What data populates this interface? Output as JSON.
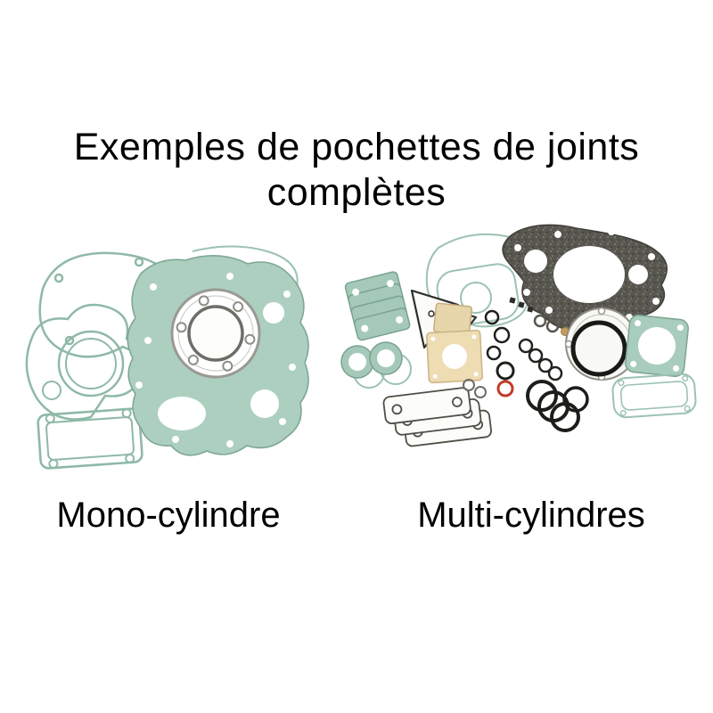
{
  "title": {
    "line1": "Exemples de pochettes de joints",
    "line2": "complètes"
  },
  "captions": {
    "mono": "Mono-cylindre",
    "multi": "Multi-cylindres"
  },
  "colors": {
    "background": "#ffffff",
    "text": "#000000",
    "gasket_teal_fill": "#a9cdbd",
    "gasket_teal_outline": "#8fb9a7",
    "gasket_dark_speckled": "#57564f",
    "paper_beige": "#eedcb3",
    "oring_black": "#1d1d1a",
    "oring_red": "#c23a2b"
  }
}
